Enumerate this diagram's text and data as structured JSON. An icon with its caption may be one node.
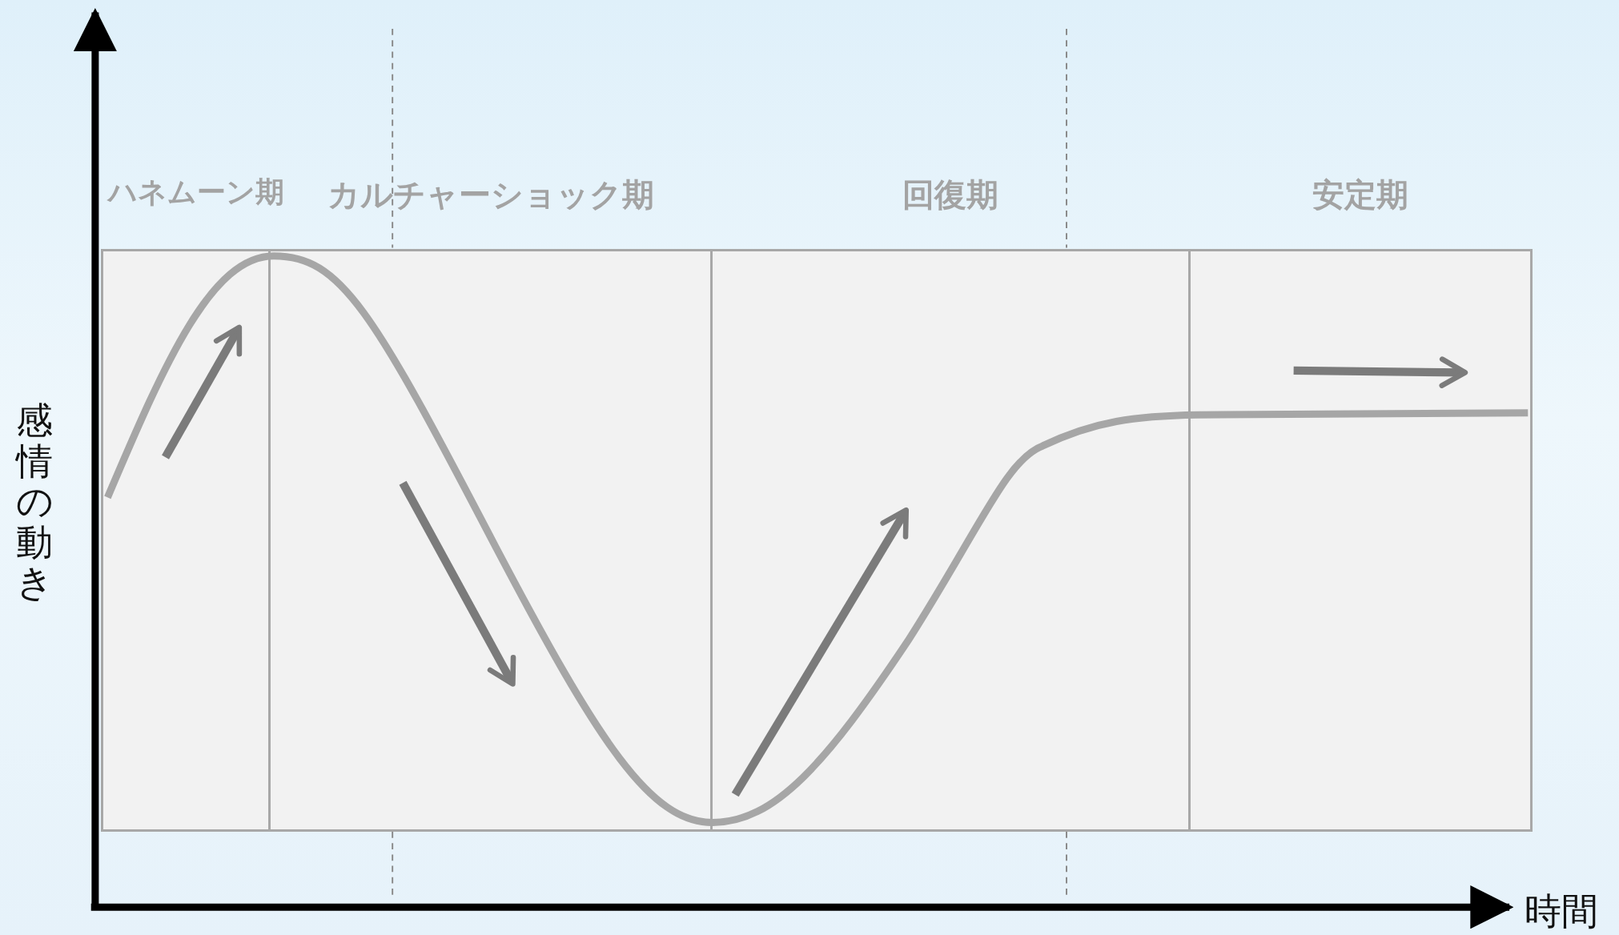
{
  "diagram": {
    "nodes": [
      {
        "text": [
          "ハネムーン期"
        ]
      },
      {
        "text": [
          "カルチャーショック期"
        ]
      },
      {
        "text": [
          "回復期"
        ]
      },
      {
        "text": [
          "安定期"
        ]
      }
    ],
    "labels": [
      "感情の動き",
      "時間"
    ]
  }
}
